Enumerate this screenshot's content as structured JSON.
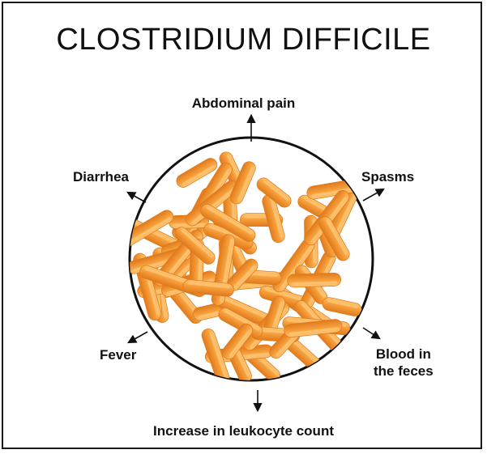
{
  "title": "CLOSTRIDIUM DIFFICILE",
  "symptoms": {
    "top": "Abdominal pain",
    "upper_left": "Diarrhea",
    "upper_right": "Spasms",
    "lower_left": "Fever",
    "lower_right_line1": "Blood in",
    "lower_right_line2": "the feces",
    "bottom": "Increase in leukocyte count"
  },
  "colors": {
    "bacteria": "#f7a03c",
    "bacteria_dark": "#e07a1c",
    "bacteria_light": "#ffc878",
    "outline": "#111111"
  }
}
